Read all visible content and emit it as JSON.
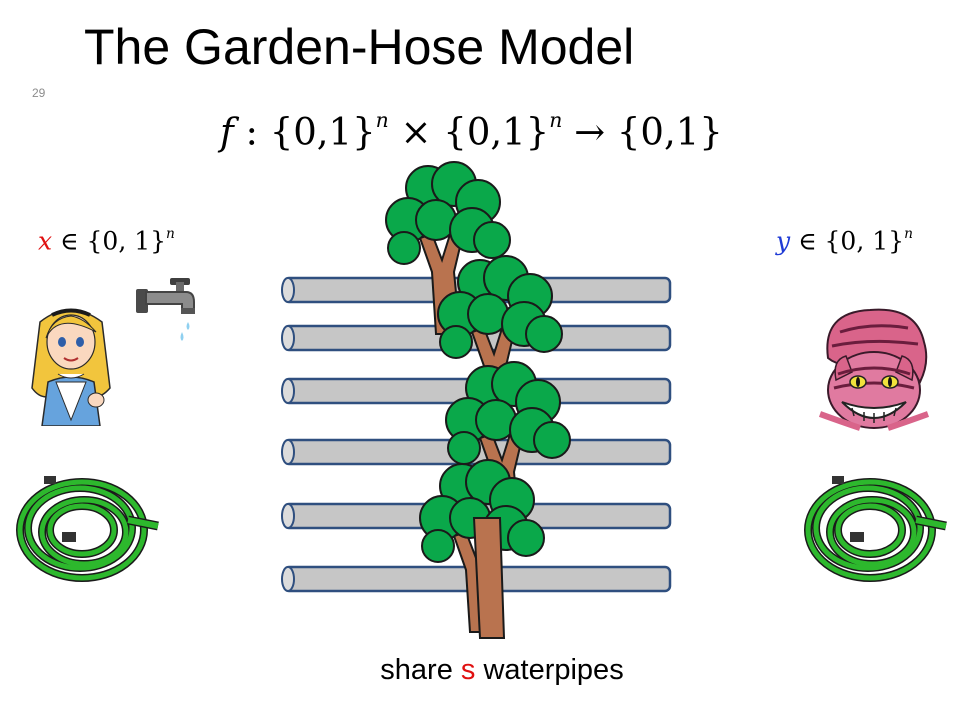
{
  "slide": {
    "title": "The Garden-Hose Model",
    "number": "29"
  },
  "formula": {
    "f": "f",
    "colon": " : ",
    "set_a": "{0,1}",
    "exp_a": "n",
    "times": " × ",
    "set_b": "{0,1}",
    "exp_b": "n",
    "arrow": " → ",
    "codomain": "{0,1}"
  },
  "alice_input": {
    "var": "x",
    "in": " ∈ ",
    "set": "{0, 1}",
    "exp": "n"
  },
  "cat_input": {
    "var": "y",
    "in": " ∈ ",
    "set": "{0, 1}",
    "exp": "n"
  },
  "caption": {
    "before": "share ",
    "highlight": "s",
    "after": " waterpipes"
  },
  "colors": {
    "pipe_fill": "#c6c6c6",
    "pipe_stroke": "#2f4f7f",
    "foliage": "#0aa84a",
    "trunk": "#b9734f",
    "hose": "#2db82d",
    "highlight": "#e01010",
    "x_var": "#e01010",
    "y_var": "#1f3bd6"
  },
  "icons": [
    "faucet-icon",
    "alice-illustration",
    "cheshire-cat-illustration",
    "garden-hose-icon",
    "tree-icon"
  ]
}
